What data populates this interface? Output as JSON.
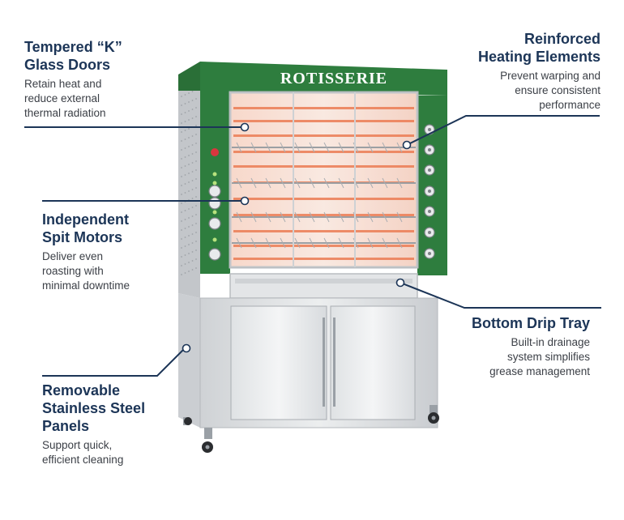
{
  "brand": {
    "logo_text": "ROTISSERIE",
    "panel_color": "#2e7d3e",
    "accent_navy": "#1c3557"
  },
  "callouts": [
    {
      "id": "glass-doors",
      "title_lines": [
        "Tempered “K”",
        "Glass Doors"
      ],
      "desc_lines": [
        "Retain heat and",
        "reduce external",
        "thermal radiation"
      ]
    },
    {
      "id": "heating-elements",
      "title_lines": [
        "Reinforced",
        "Heating Elements"
      ],
      "desc_lines": [
        "Prevent warping and",
        "ensure consistent",
        "performance"
      ]
    },
    {
      "id": "spit-motors",
      "title_lines": [
        "Independent",
        "Spit Motors"
      ],
      "desc_lines": [
        "Deliver even",
        "roasting with",
        "minimal downtime"
      ]
    },
    {
      "id": "drip-tray",
      "title_lines": [
        "Bottom Drip Tray"
      ],
      "desc_lines": [
        "Built-in drainage",
        "system simplifies",
        "grease management"
      ]
    },
    {
      "id": "steel-panels",
      "title_lines": [
        "Removable",
        "Stainless Steel",
        "Panels"
      ],
      "desc_lines": [
        "Support quick,",
        "efficient cleaning"
      ]
    }
  ]
}
